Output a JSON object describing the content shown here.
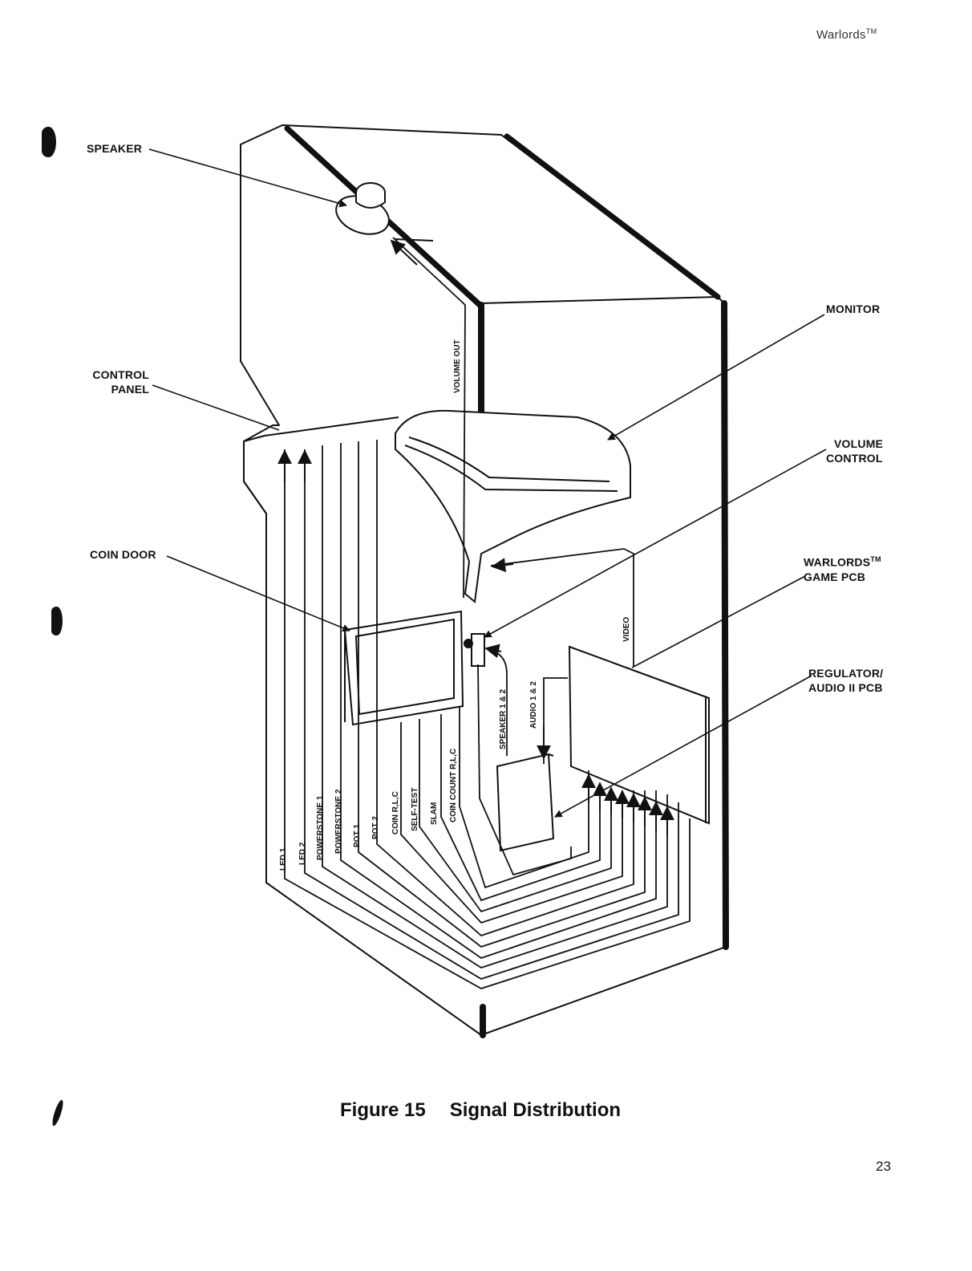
{
  "header": {
    "title": "Warlords",
    "tm": "TM"
  },
  "callouts": {
    "speaker": "SPEAKER",
    "control_panel_1": "CONTROL",
    "control_panel_2": "PANEL",
    "coin_door": "COIN DOOR",
    "monitor": "MONITOR",
    "volume_control_1": "VOLUME",
    "volume_control_2": "CONTROL",
    "warlords_pcb_1": "WARLORDS",
    "warlords_pcb_tm": "TM",
    "warlords_pcb_2": "GAME PCB",
    "regulator_1": "REGULATOR/",
    "regulator_2": "AUDIO II PCB"
  },
  "wire_labels": {
    "volume_out": "VOLUME OUT",
    "video": "VIDEO",
    "speaker_1_2": "SPEAKER 1 & 2",
    "audio_1_2": "AUDIO 1 & 2",
    "led_1": "LED 1",
    "led_2": "LED 2",
    "powerstone_1": "POWERSTONE 1",
    "powerstone_2": "POWERSTONE 2",
    "pot_1": "POT 1",
    "pot_2": "POT 2",
    "coin_rlc": "COIN R,L,C",
    "self_test": "SELF-TEST",
    "slam": "SLAM",
    "coin_count_rlc": "COIN COUNT R,L,C"
  },
  "caption": {
    "figure": "Figure 15",
    "title": "Signal Distribution"
  },
  "page_number": "23"
}
